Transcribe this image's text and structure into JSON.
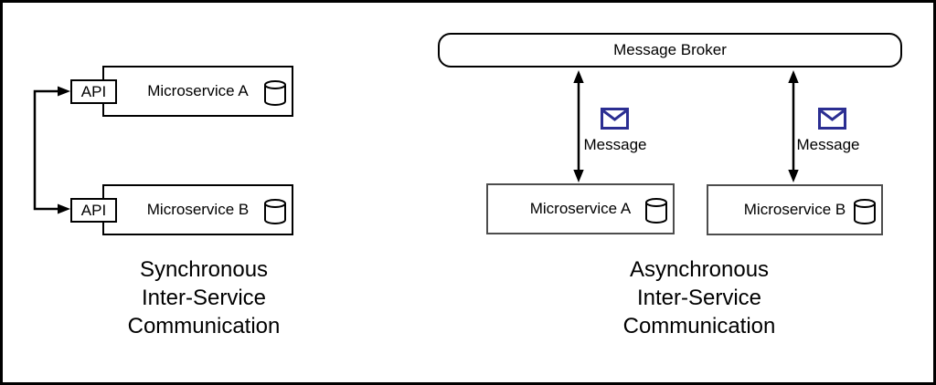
{
  "sync": {
    "caption_lines": [
      "Synchronous",
      "Inter-Service",
      "Communication"
    ],
    "services": [
      {
        "label": "Microservice A",
        "api_label": "API"
      },
      {
        "label": "Microservice B",
        "api_label": "API"
      }
    ]
  },
  "async": {
    "broker_label": "Message Broker",
    "links": [
      {
        "message_label": "Message"
      },
      {
        "message_label": "Message"
      }
    ],
    "services": [
      {
        "label": "Microservice A"
      },
      {
        "label": "Microservice B"
      }
    ]
  },
  "icons": {
    "database": "database-icon",
    "envelope": "envelope-icon"
  },
  "colors": {
    "envelope": "#2b2e92",
    "stroke": "#000000",
    "async_box_border": "#4d4d4d"
  }
}
